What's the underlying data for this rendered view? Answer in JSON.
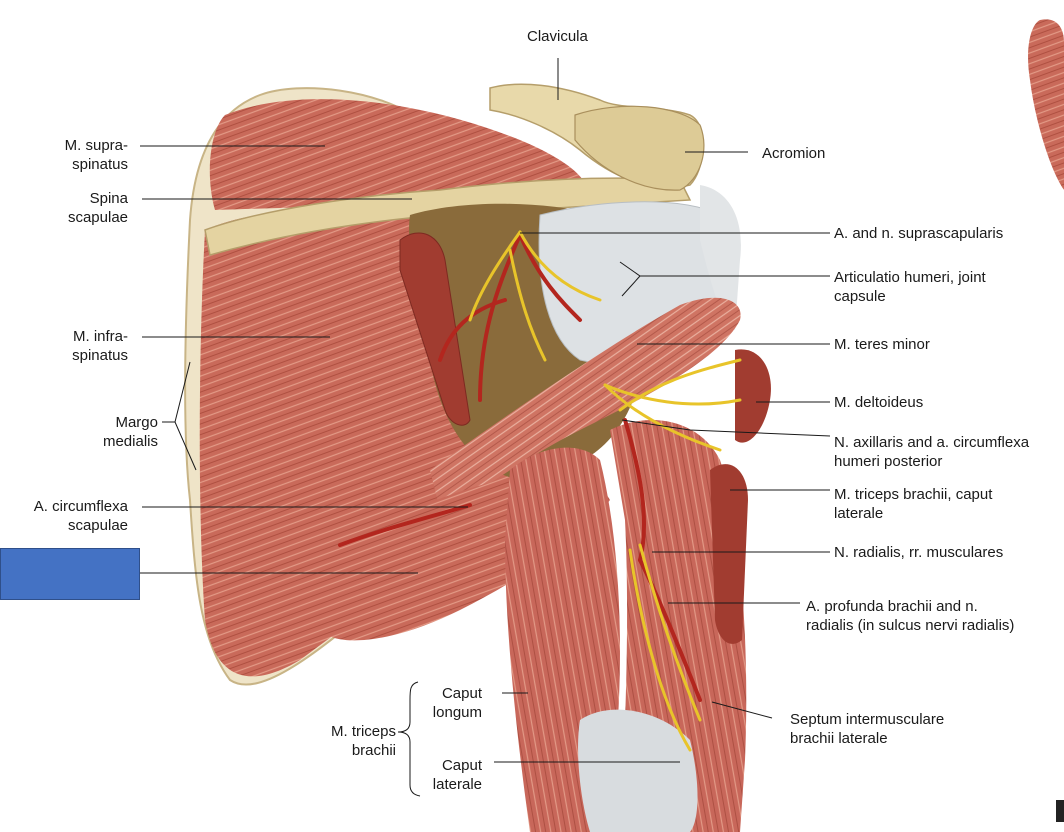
{
  "labels": {
    "clavicula": "Clavicula",
    "acromion": "Acromion",
    "m_supraspinatus": [
      "M. supra-",
      "spinatus"
    ],
    "spina_scapulae": [
      "Spina",
      "scapulae"
    ],
    "a_n_suprascapularis": "A. and n. suprascapularis",
    "articulatio_humeri": [
      "Articulatio humeri, joint",
      "capsule"
    ],
    "m_infraspinatus": [
      "M. infra-",
      "spinatus"
    ],
    "m_teres_minor": "M. teres minor",
    "margo_medialis": [
      "Margo",
      "medialis"
    ],
    "m_deltoideus": "M. deltoideus",
    "n_axillaris": [
      "N. axillaris and a. circumflexa",
      "humeri posterior"
    ],
    "a_circumflexa_scapulae": [
      "A. circumflexa",
      "scapulae"
    ],
    "m_triceps_caput_laterale": [
      "M. triceps brachii, caput",
      "laterale"
    ],
    "n_radialis_rr": "N. radialis, rr. musculares",
    "a_profunda_brachii": [
      "A. profunda brachii and n.",
      "radialis (in sulcus nervi radialis)"
    ],
    "caput_longum": [
      "Caput",
      "longum"
    ],
    "m_triceps_brachii": [
      "M. triceps",
      "brachii"
    ],
    "septum_intermusculare": [
      "Septum intermusculare",
      "brachii laterale"
    ],
    "caput_laterale": [
      "Caput",
      "laterale"
    ]
  },
  "colors": {
    "muscle": "#c96a5a",
    "muscle_light": "#dd8f7c",
    "bone": "#e6d6a6",
    "tendon": "#dfe3e6",
    "nerve": "#e8c42a",
    "artery": "#b3261e",
    "answer_box": "#4472c4"
  }
}
